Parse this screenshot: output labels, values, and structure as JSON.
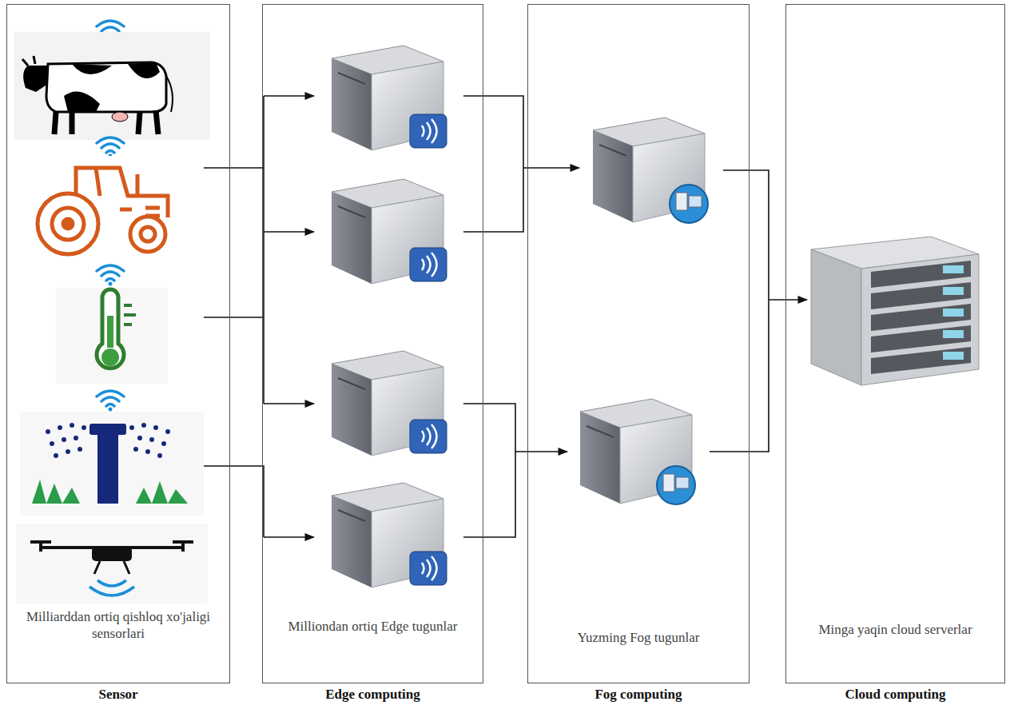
{
  "diagram": {
    "nodes": [
      {
        "text": [
          "Milliarddan ortiq qishloq xo'jaligi sensorlari",
          "Sensor"
        ]
      },
      {
        "text": [
          "Milliondan ortiq Edge tugunlar",
          "Edge computing"
        ]
      },
      {
        "text": [
          "Yuzming  Fog tugunlar",
          "Fog computing"
        ]
      },
      {
        "text": [
          "Minga yaqin cloud serverlar",
          "Cloud computing"
        ]
      }
    ]
  }
}
